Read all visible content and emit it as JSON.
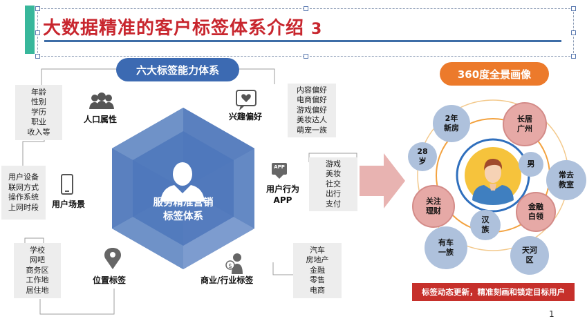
{
  "title": "大数据精准的客户标签体系介绍",
  "title_marker": "3",
  "left_header": "六大标签能力体系",
  "right_header": "360度全景画像",
  "center": {
    "line1": "服务精准营销",
    "line2": "标签体系"
  },
  "categories": {
    "demographics": {
      "label": "人口属性",
      "items": [
        "年龄",
        "性别",
        "学历",
        "职业",
        "收入等"
      ]
    },
    "interests": {
      "label": "兴趣偏好",
      "items": [
        "内容偏好",
        "电商偏好",
        "游戏偏好",
        "美妆达人",
        "萌宠一族"
      ]
    },
    "app": {
      "label_line1": "用户行为",
      "label_line2": "APP",
      "icon_text": "APP",
      "items": [
        "游戏",
        "美妆",
        "社交",
        "出行",
        "支付"
      ]
    },
    "scene": {
      "label": "用户场景",
      "items": [
        "用户设备",
        "联网方式",
        "操作系统",
        "上网时段"
      ]
    },
    "location": {
      "label": "位置标签",
      "items": [
        "学校",
        "网吧",
        "商务区",
        "工作地",
        "居住地"
      ]
    },
    "industry": {
      "label": "商业/行业标签",
      "items": [
        "汽车",
        "房地产",
        "金融",
        "零售",
        "电商"
      ]
    }
  },
  "bubbles": {
    "b1": [
      "2年",
      "新房"
    ],
    "b2": [
      "长居",
      "广州"
    ],
    "b3": [
      "28",
      "岁"
    ],
    "b4": [
      "男"
    ],
    "b5": [
      "常去",
      "教室"
    ],
    "b6": [
      "关注",
      "理财"
    ],
    "b7": [
      "金融",
      "白领"
    ],
    "b8": [
      "汉",
      "族"
    ],
    "b9": [
      "有车",
      "一族"
    ],
    "b10": [
      "天河",
      "区"
    ]
  },
  "banner": "标签动态更新，精准刻画和锁定目标用户",
  "page_number": "1",
  "colors": {
    "accent": "#38b79b",
    "title": "#c8262e",
    "hex": "#4a72b5",
    "pill_blue": "#3c6ab2",
    "pill_orange": "#ec7a2b",
    "banner": "#c6302b"
  }
}
